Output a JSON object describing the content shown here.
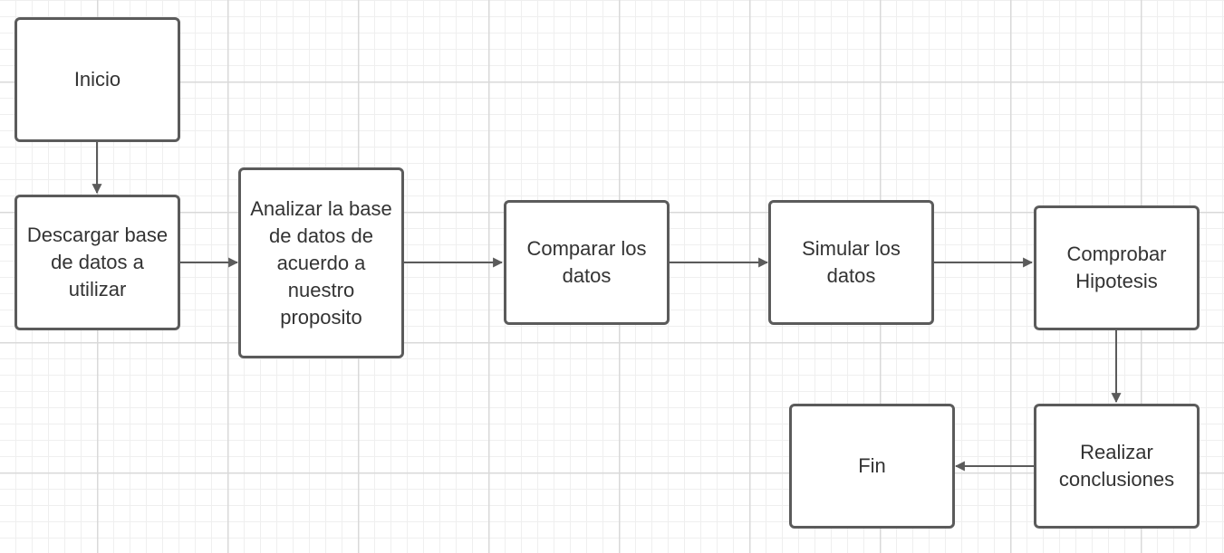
{
  "diagram": {
    "colors": {
      "stroke": "#5b5b5b",
      "text": "#333333",
      "fill": "#ffffff"
    },
    "nodes": [
      {
        "id": "inicio",
        "label": "Inicio"
      },
      {
        "id": "descargar",
        "label": "Descargar base de datos a utilizar"
      },
      {
        "id": "analizar",
        "label": "Analizar la base de datos de acuerdo a nuestro proposito"
      },
      {
        "id": "comparar",
        "label": "Comparar los datos"
      },
      {
        "id": "simular",
        "label": "Simular los datos"
      },
      {
        "id": "comprobar",
        "label": "Comprobar Hipotesis"
      },
      {
        "id": "realizar",
        "label": "Realizar conclusiones"
      },
      {
        "id": "fin",
        "label": "Fin"
      }
    ],
    "edges": [
      {
        "from": "inicio",
        "to": "descargar"
      },
      {
        "from": "descargar",
        "to": "analizar"
      },
      {
        "from": "analizar",
        "to": "comparar"
      },
      {
        "from": "comparar",
        "to": "simular"
      },
      {
        "from": "simular",
        "to": "comprobar"
      },
      {
        "from": "comprobar",
        "to": "realizar"
      },
      {
        "from": "realizar",
        "to": "fin"
      }
    ]
  }
}
